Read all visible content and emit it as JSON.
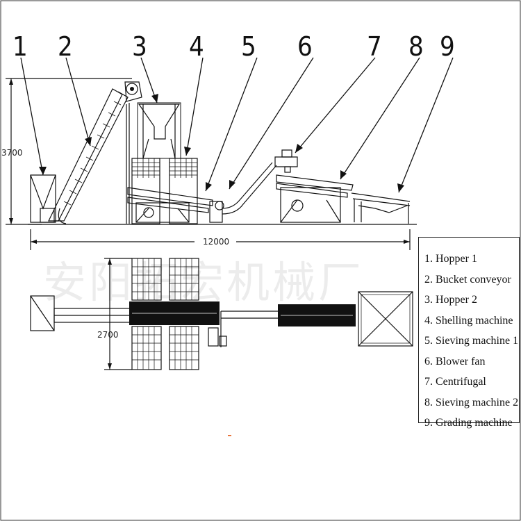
{
  "numbers": [
    "1",
    "2",
    "3",
    "4",
    "5",
    "6",
    "7",
    "8",
    "9"
  ],
  "dimensions": {
    "height": "3700",
    "length": "12000",
    "width": "2700"
  },
  "watermark": "安阳拓宏机械厂",
  "legend": [
    {
      "num": "1.",
      "label": "Hopper 1"
    },
    {
      "num": "2.",
      "label": "Bucket conveyor"
    },
    {
      "num": "3.",
      "label": "Hopper 2"
    },
    {
      "num": "4.",
      "label": "Shelling machine"
    },
    {
      "num": "5.",
      "label": "Sieving machine 1"
    },
    {
      "num": "6.",
      "label": "Blower fan"
    },
    {
      "num": "7.",
      "label": "Centrifugal"
    },
    {
      "num": "8.",
      "label": "Sieving machine 2"
    },
    {
      "num": "9.",
      "label": "Grading machine"
    }
  ]
}
